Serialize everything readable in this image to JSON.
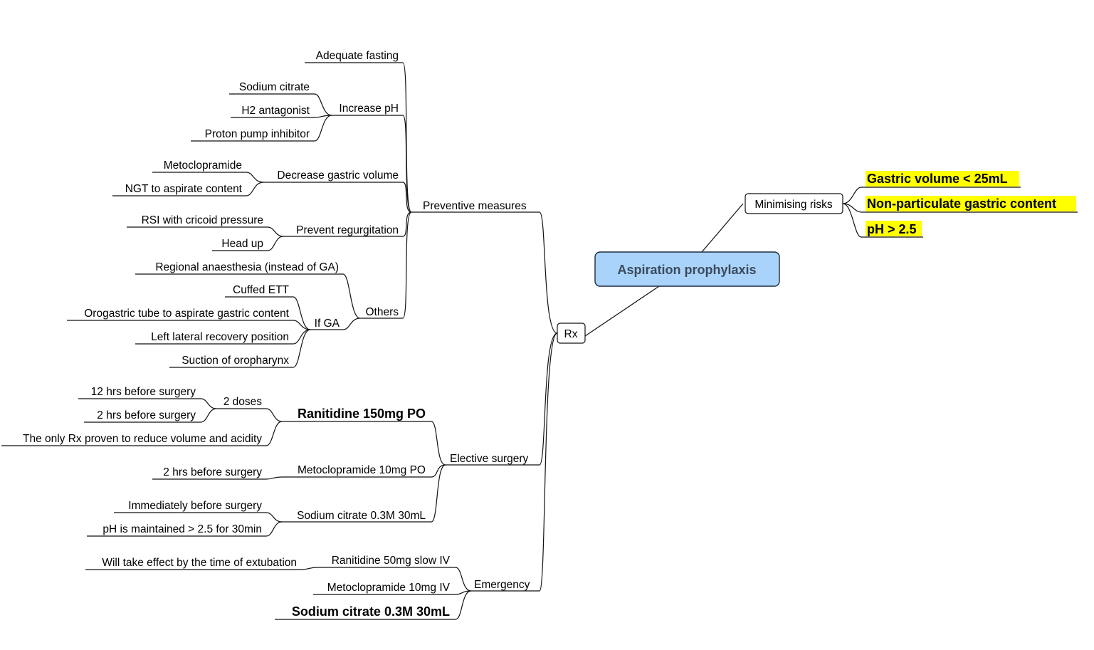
{
  "root": "Aspiration prophylaxis",
  "minimising": {
    "label": "Minimising risks",
    "items": [
      "Gastric volume < 25mL",
      "Non-particulate gastric content",
      "pH > 2.5"
    ]
  },
  "rx": {
    "label": "Rx",
    "preventive": {
      "label": "Preventive measures",
      "adequate_fasting": "Adequate fasting",
      "increase_ph": {
        "label": "Increase pH",
        "items": [
          "Sodium citrate",
          "H2 antagonist",
          "Proton pump inhibitor"
        ]
      },
      "decrease_volume": {
        "label": "Decrease gastric volume",
        "items": [
          "Metoclopramide",
          "NGT to aspirate content"
        ]
      },
      "prevent_regurgitation": {
        "label": "Prevent regurgitation",
        "items": [
          "RSI with cricoid pressure",
          "Head up"
        ]
      },
      "others": {
        "label": "Others",
        "regional": "Regional anaesthesia (instead of GA)",
        "if_ga": {
          "label": "If GA",
          "items": [
            "Cuffed ETT",
            "Orogastric tube to aspirate gastric content",
            "Left lateral recovery position",
            "Suction of oropharynx"
          ]
        }
      }
    },
    "elective": {
      "label": "Elective surgery",
      "ranitidine": {
        "label": "Ranitidine 150mg PO",
        "doses_label": "2 doses",
        "doses": [
          "12 hrs before surgery",
          "2 hrs before surgery"
        ],
        "note": "The only Rx proven to reduce volume and acidity"
      },
      "metoclopramide": {
        "label": "Metoclopramide 10mg PO",
        "items": [
          "2 hrs before surgery"
        ]
      },
      "sodium_citrate": {
        "label": "Sodium citrate 0.3M 30mL",
        "items": [
          "Immediately before surgery",
          "pH is maintained > 2.5 for 30min"
        ]
      }
    },
    "emergency": {
      "label": "Emergency",
      "ranitidine": {
        "label": "Ranitidine 50mg slow IV",
        "items": [
          "Will take effect by the time of extubation"
        ]
      },
      "metoclopramide": "Metoclopramide 10mg IV",
      "sodium_citrate": "Sodium citrate 0.3M 30mL"
    }
  },
  "colors": {
    "root_fill": "#a9d3fb",
    "highlight": "#ffff00",
    "line": "#111111"
  }
}
